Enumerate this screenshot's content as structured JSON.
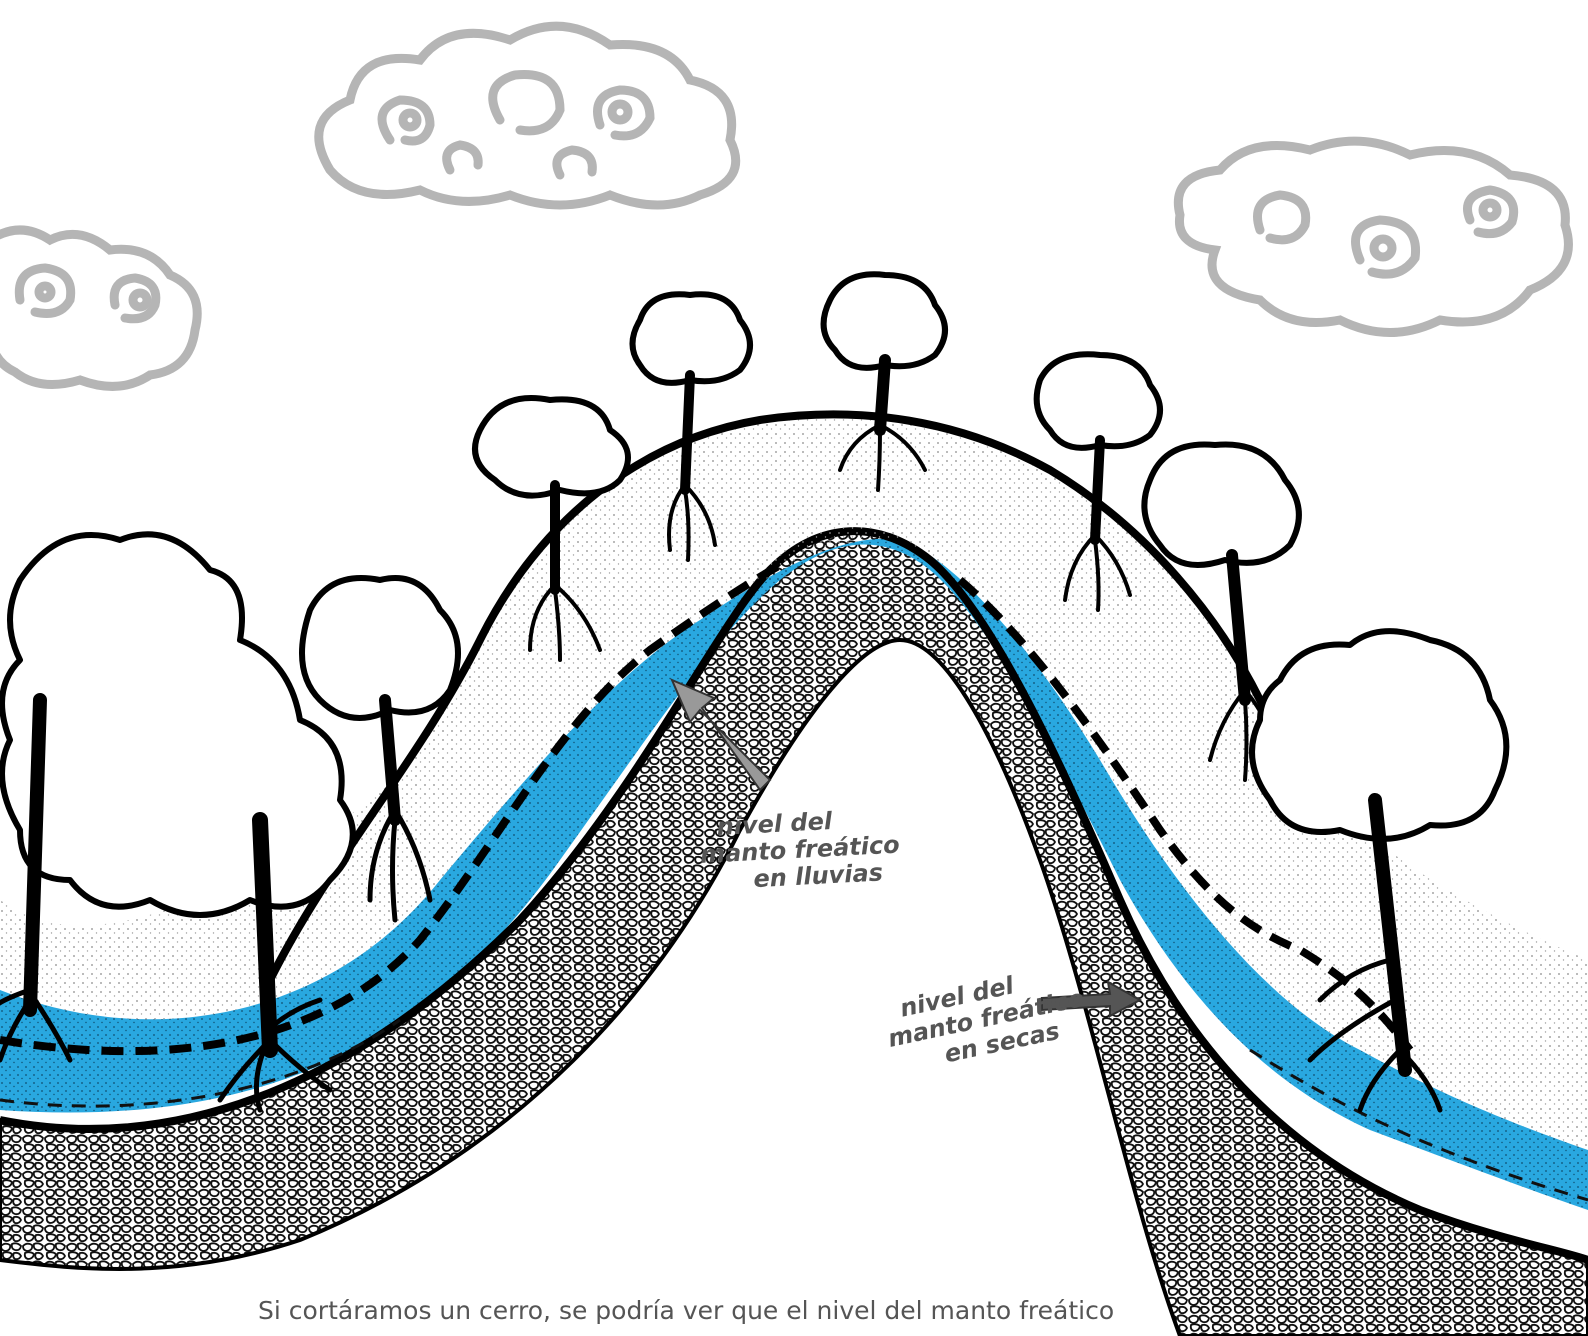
{
  "labels": {
    "rainy": {
      "line1": "nivel del",
      "line2": "manto freático",
      "line3": "en lluvias"
    },
    "dry": {
      "line1": "nivel del",
      "line2": "manto freático",
      "line3": "en secas"
    }
  },
  "caption": "Si cortáramos un cerro, se podría ver que el nivel del manto freático",
  "colors": {
    "water": "#29a8e0",
    "ink": "#000000",
    "cloud": "#b5b5b5",
    "arrow_light": "#999999",
    "arrow_dark": "#555555",
    "label_text": "#555555"
  }
}
